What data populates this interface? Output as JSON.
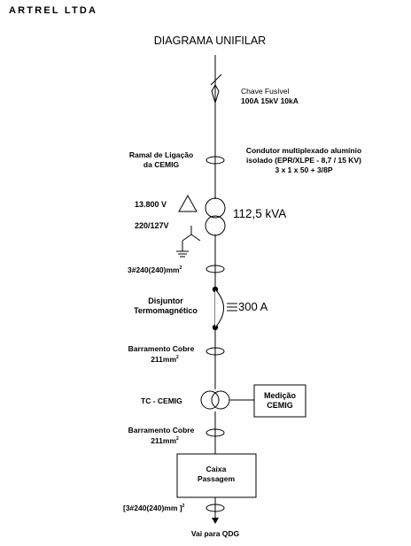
{
  "header": {
    "company": "ARTREL LTDA"
  },
  "diagram": {
    "title": "DIAGRAMA UNIFILAR",
    "fuse": {
      "line1": "Chave Fusível",
      "line2": "100A 15kV 10kA"
    },
    "branch": {
      "line1": "Ramal de Ligação",
      "line2": "da CEMIG"
    },
    "conductor": {
      "line1": "Condutor multiplexado alumínio",
      "line2": "isolado (EPR/XLPE - 8,7 / 15 KV)",
      "line3": "3 x 1 x 50 + 3/8P"
    },
    "transformer": {
      "primary_voltage": "13.800 V",
      "secondary_voltage": "220/127V",
      "power": "112,5 kVA"
    },
    "cable_1": {
      "label": "3#240(240)mm",
      "sup": "2"
    },
    "breaker": {
      "line1": "Disjuntor",
      "line2": "Termomagnético",
      "rating": "300 A"
    },
    "busbar_1": {
      "line1": "Barramento Cobre",
      "line2": "211mm",
      "sup": "2"
    },
    "ct": {
      "label": "TC - CEMIG"
    },
    "metering": {
      "line1": "Medição",
      "line2": "CEMIG"
    },
    "busbar_2": {
      "line1": "Barramento Cobre",
      "line2": "211mm",
      "sup": "2"
    },
    "junction_box": {
      "line1": "Caixa",
      "line2": "Passagem"
    },
    "cable_2": {
      "label": "[3#240(240)mm ]",
      "sup": "2"
    },
    "destination": {
      "label": "Vai para QDG"
    }
  }
}
